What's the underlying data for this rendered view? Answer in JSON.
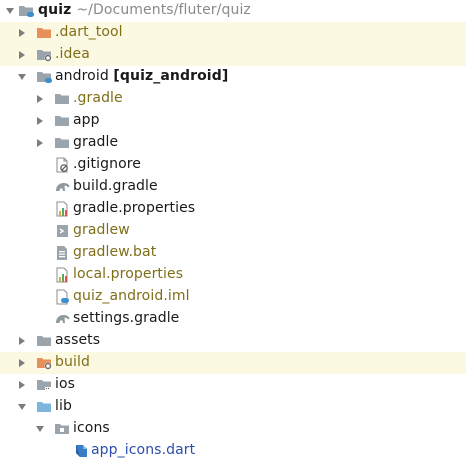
{
  "tree": {
    "root": {
      "name": "quiz",
      "path": "~/Documents/fluter/quiz"
    },
    "dart_tool": ".dart_tool",
    "idea": ".idea",
    "android": {
      "name": "android",
      "module": "[quiz_android]"
    },
    "android_gradle_dir": ".gradle",
    "app": "app",
    "gradle_dir": "gradle",
    "gitignore": ".gitignore",
    "build_gradle": "build.gradle",
    "gradle_properties": "gradle.properties",
    "gradlew": "gradlew",
    "gradlew_bat": "gradlew.bat",
    "local_properties": "local.properties",
    "iml": "quiz_android.iml",
    "settings_gradle": "settings.gradle",
    "assets": "assets",
    "build": "build",
    "ios": "ios",
    "lib": "lib",
    "icons": "icons",
    "app_icons": "app_icons.dart"
  },
  "colors": {
    "highlight_row": "#fcf9e3",
    "folder_grey": "#9aa4ad",
    "folder_orange": "#e8905a",
    "folder_blue": "#7cb6dd",
    "file_blue_text": "#2b4fb0",
    "excluded_olive_text": "#7f6e18"
  }
}
